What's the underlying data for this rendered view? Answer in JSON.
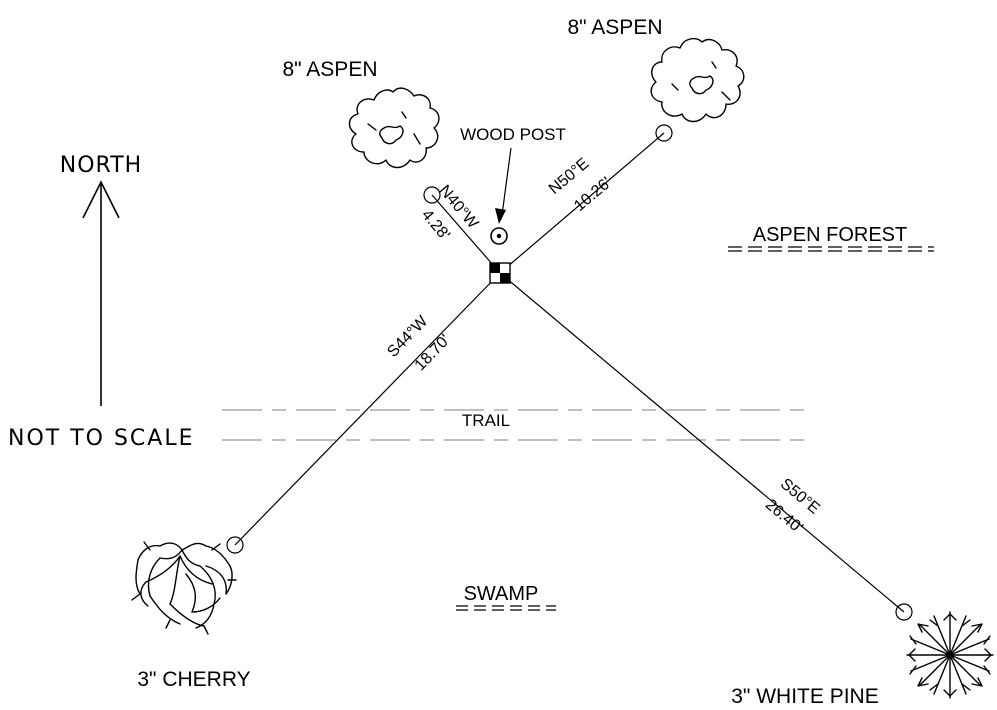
{
  "north": {
    "label": "NORTH"
  },
  "scale_note": "NOT TO SCALE",
  "trail_label": "TRAIL",
  "areas": {
    "aspen_forest": "ASPEN FOREST",
    "swamp": "SWAMP"
  },
  "wood_post_label": "WOOD POST",
  "witness_trees": {
    "nw": {
      "label": "8\" ASPEN",
      "bearing": "N40°W",
      "distance": "4.28'"
    },
    "ne": {
      "label": "8\" ASPEN",
      "bearing": "N50°E",
      "distance": "10.26'"
    },
    "sw": {
      "label": "3\" CHERRY",
      "bearing": "S44°W",
      "distance": "18.70'"
    },
    "se": {
      "label": "3\" WHITE PINE",
      "bearing": "S50°E",
      "distance": "26.40'"
    }
  }
}
